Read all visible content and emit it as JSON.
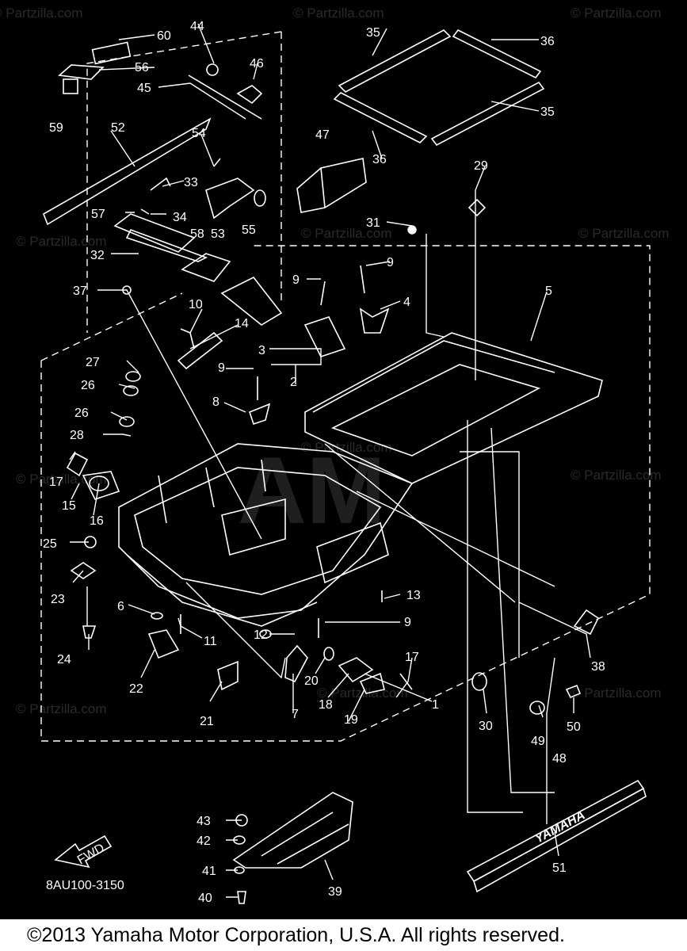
{
  "diagram": {
    "drawing_code": "8AU100-3150",
    "fwd_arrow_label": "FWD",
    "decal_text": "YAMAHA",
    "background_logo": "AM",
    "watermark": "© Partzilla.com",
    "part_labels": [
      "60",
      "44",
      "46",
      "35",
      "36",
      "56",
      "45",
      "35",
      "59",
      "52",
      "47",
      "36",
      "54",
      "33",
      "29",
      "34",
      "57",
      "58",
      "53",
      "55",
      "31",
      "32",
      "9",
      "37",
      "9",
      "10",
      "4",
      "5",
      "14",
      "3",
      "27",
      "2",
      "9",
      "26",
      "8",
      "26",
      "28",
      "17",
      "15",
      "16",
      "25",
      "13",
      "23",
      "6",
      "9",
      "12",
      "11",
      "17",
      "24",
      "22",
      "20",
      "18",
      "7",
      "19",
      "30",
      "21",
      "49",
      "50",
      "38",
      "1",
      "48",
      "43",
      "42",
      "41",
      "40",
      "39",
      "51"
    ],
    "colors": {
      "background": "#000000",
      "linework": "#ffffff"
    }
  },
  "footer": {
    "copyright": "©2013  Yamaha Motor Corporation, U.S.A. All rights reserved."
  }
}
